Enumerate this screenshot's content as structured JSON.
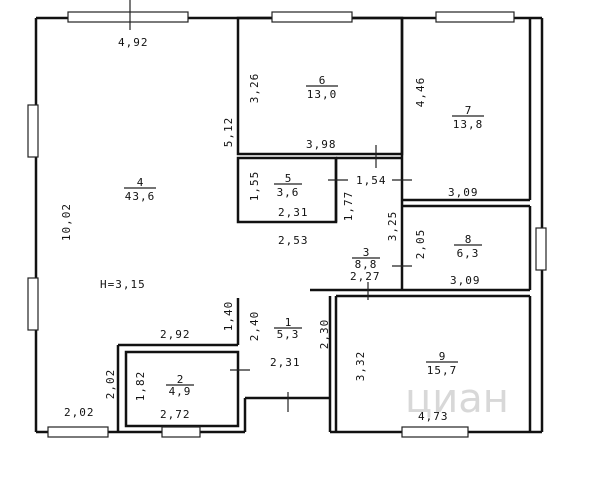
{
  "ceiling_height": "H=3,15",
  "watermark": "циан",
  "rooms": [
    {
      "num": "1",
      "area": "5,3"
    },
    {
      "num": "2",
      "area": "4,9"
    },
    {
      "num": "3",
      "area": "8,8"
    },
    {
      "num": "4",
      "area": "43,6"
    },
    {
      "num": "5",
      "area": "3,6"
    },
    {
      "num": "6",
      "area": "13,0"
    },
    {
      "num": "7",
      "area": "13,8"
    },
    {
      "num": "8",
      "area": "6,3"
    },
    {
      "num": "9",
      "area": "15,7"
    }
  ],
  "dimensions": {
    "top_4_92": "4,92",
    "left_10_02": "10,02",
    "bottom_2_02": "2,02",
    "left_2_02": "2,02",
    "r4_5_12": "5,12",
    "r4_2_92": "2,92",
    "r4_1_40": "1,40",
    "r6_3_26": "3,26",
    "r6_3_98": "3,98",
    "r5_1_55": "1,55",
    "r5_2_31": "2,31",
    "r5_1_77": "1,77",
    "r3_1_54": "1,54",
    "r3_2_53": "2,53",
    "r3_3_25": "3,25",
    "r3_2_27": "2,27",
    "r7_4_46": "4,46",
    "r7_3_09": "3,09",
    "r8_2_05": "2,05",
    "r8_3_09": "3,09",
    "r1_2_40": "2,40",
    "r1_2_30": "2,30",
    "r1_2_31": "2,31",
    "r2_1_82": "1,82",
    "r2_2_72": "2,72",
    "r9_3_32": "3,32",
    "r9_4_73": "4,73"
  }
}
